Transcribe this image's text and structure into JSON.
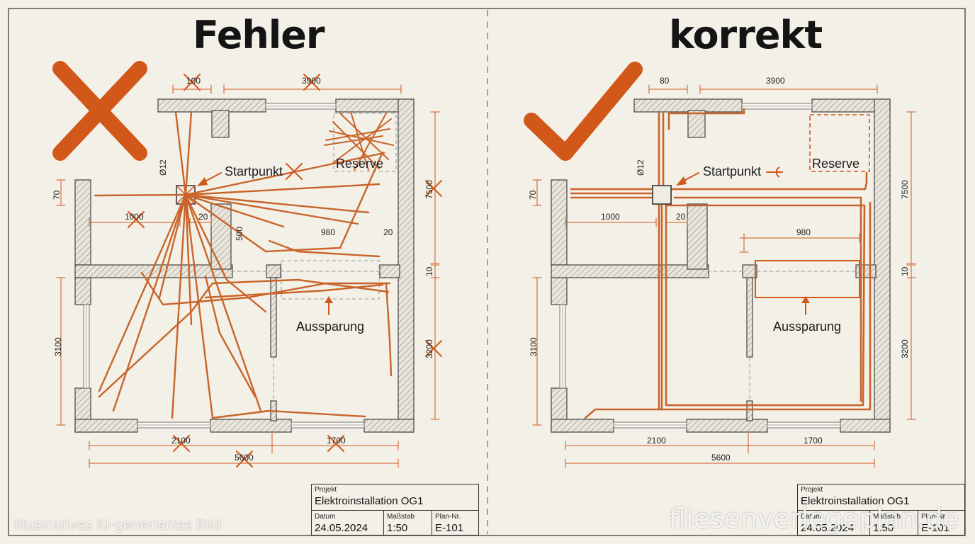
{
  "panels": [
    {
      "title": "Fehler",
      "start_label": "Startpunkt",
      "reserve_label": "Reserve",
      "recess_label": "Aussparung",
      "junction_dim": "Ø12",
      "dims": [
        "100",
        "3900",
        "70",
        "1000",
        "20",
        "500",
        "980",
        "20",
        "7500",
        "10",
        "3100",
        "3200",
        "2100",
        "1700",
        "5600"
      ]
    },
    {
      "title": "korrekt",
      "start_label": "Startpunkt",
      "reserve_label": "Reserve",
      "recess_label": "Aussparung",
      "junction_dim": "Ø12",
      "dims": [
        "80",
        "3900",
        "70",
        "1000",
        "20",
        "980",
        "7500",
        "10",
        "3100",
        "3200",
        "2100",
        "1700",
        "5600"
      ]
    }
  ],
  "title_block": {
    "project_caption": "Projekt",
    "project": "Elektroinstallation OG1",
    "date_caption": "Datum",
    "date": "24.05.2024",
    "scale_caption": "Maßstab",
    "scale": "1:50",
    "plan_caption": "Plan-Nr.",
    "plan_no": "E-101"
  },
  "watermark_left": "Illustratives KI-generiertes Bild",
  "watermark_right": "fliesenverlegeplan.de",
  "colors": {
    "accent": "#d2581a",
    "wire": "#c8642a",
    "ink": "#141414",
    "paper": "#f3f0e7"
  },
  "icons": [
    "cross-mark-icon",
    "check-mark-icon"
  ]
}
